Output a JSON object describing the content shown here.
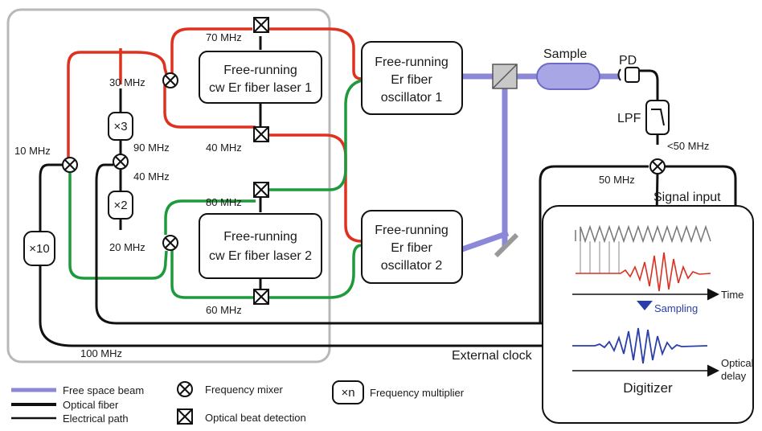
{
  "lasers": {
    "laser1": {
      "line1": "Free-running",
      "line2": "cw Er fiber laser 1"
    },
    "laser2": {
      "line1": "Free-running",
      "line2": "cw Er fiber laser 2"
    }
  },
  "oscillators": {
    "osc1": {
      "line1": "Free-running",
      "line2": "Er fiber",
      "line3": "oscillator 1"
    },
    "osc2": {
      "line1": "Free-running",
      "line2": "Er fiber",
      "line3": "oscillator 2"
    }
  },
  "multipliers": {
    "m3": "×3",
    "m2": "×2",
    "m10": "×10"
  },
  "frequencies": {
    "f70": "70 MHz",
    "f30": "30 MHz",
    "f40a": "40 MHz",
    "f90": "90 MHz",
    "f40b": "40 MHz",
    "f10": "10 MHz",
    "f80": "80 MHz",
    "f20": "20 MHz",
    "f60": "60 MHz",
    "f100": "100 MHz",
    "f50": "50 MHz",
    "flt50": "<50 MHz"
  },
  "detection": {
    "sample": "Sample",
    "pd": "PD",
    "lpf": "LPF",
    "signal_input": "Signal input",
    "external_clock": "External clock"
  },
  "digitizer": {
    "title": "Digitizer",
    "time": "Time",
    "sampling": "Sampling",
    "optical1": "Optical",
    "optical2": "delay"
  },
  "legend": {
    "free_space": "Free space beam",
    "optical_fiber": "Optical fiber",
    "electrical": "Electrical path",
    "mixer": "Frequency mixer",
    "beat": "Optical beat detection",
    "multiplier_symbol": "×n",
    "multiplier": "Frequency multiplier"
  },
  "colors": {
    "red": "#e0301e",
    "green": "#1e9a3c",
    "beam": "#8c88d8",
    "gray": "#b8b8b8",
    "wave_red": "#d93020",
    "wave_blue": "#2a3fa8"
  }
}
